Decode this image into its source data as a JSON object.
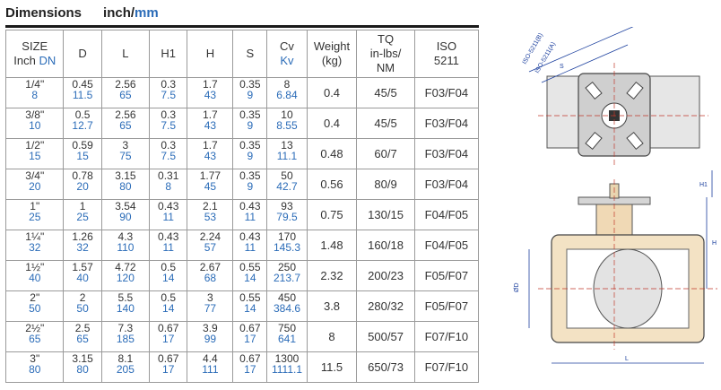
{
  "heading": {
    "title": "Dimensions",
    "unit_inch": "inch/",
    "unit_mm": "mm"
  },
  "table": {
    "headers": {
      "size_top": "SIZE",
      "size_bot_a": "Inch ",
      "size_bot_b": "DN",
      "d": "D",
      "l": "L",
      "h1": "H1",
      "h": "H",
      "s": "S",
      "cv_top": "Cv",
      "cv_bot": "Kv",
      "weight_top": "Weight",
      "weight_bot": "(kg)",
      "tq_1": "TQ",
      "tq_2": "in-lbs/",
      "tq_3": "NM",
      "iso_top": "ISO",
      "iso_bot": "5211"
    },
    "rows": [
      {
        "size": [
          "1/4\"",
          "8"
        ],
        "d": [
          "0.45",
          "11.5"
        ],
        "l": [
          "2.56",
          "65"
        ],
        "h1": [
          "0.3",
          "7.5"
        ],
        "h": [
          "1.7",
          "43"
        ],
        "s": [
          "0.35",
          "9"
        ],
        "cv": [
          "8",
          "6.84"
        ],
        "weight": "0.4",
        "tq": "45/5",
        "iso": "F03/F04"
      },
      {
        "size": [
          "3/8\"",
          "10"
        ],
        "d": [
          "0.5",
          "12.7"
        ],
        "l": [
          "2.56",
          "65"
        ],
        "h1": [
          "0.3",
          "7.5"
        ],
        "h": [
          "1.7",
          "43"
        ],
        "s": [
          "0.35",
          "9"
        ],
        "cv": [
          "10",
          "8.55"
        ],
        "weight": "0.4",
        "tq": "45/5",
        "iso": "F03/F04"
      },
      {
        "size": [
          "1/2\"",
          "15"
        ],
        "d": [
          "0.59",
          "15"
        ],
        "l": [
          "3",
          "75"
        ],
        "h1": [
          "0.3",
          "7.5"
        ],
        "h": [
          "1.7",
          "43"
        ],
        "s": [
          "0.35",
          "9"
        ],
        "cv": [
          "13",
          "11.1"
        ],
        "weight": "0.48",
        "tq": "60/7",
        "iso": "F03/F04"
      },
      {
        "size": [
          "3/4\"",
          "20"
        ],
        "d": [
          "0.78",
          "20"
        ],
        "l": [
          "3.15",
          "80"
        ],
        "h1": [
          "0.31",
          "8"
        ],
        "h": [
          "1.77",
          "45"
        ],
        "s": [
          "0.35",
          "9"
        ],
        "cv": [
          "50",
          "42.7"
        ],
        "weight": "0.56",
        "tq": "80/9",
        "iso": "F03/F04"
      },
      {
        "size": [
          "1\"",
          "25"
        ],
        "d": [
          "1",
          "25"
        ],
        "l": [
          "3.54",
          "90"
        ],
        "h1": [
          "0.43",
          "11"
        ],
        "h": [
          "2.1",
          "53"
        ],
        "s": [
          "0.43",
          "11"
        ],
        "cv": [
          "93",
          "79.5"
        ],
        "weight": "0.75",
        "tq": "130/15",
        "iso": "F04/F05"
      },
      {
        "size": [
          "1¼\"",
          "32"
        ],
        "d": [
          "1.26",
          "32"
        ],
        "l": [
          "4.3",
          "110"
        ],
        "h1": [
          "0.43",
          "11"
        ],
        "h": [
          "2.24",
          "57"
        ],
        "s": [
          "0.43",
          "11"
        ],
        "cv": [
          "170",
          "145.3"
        ],
        "weight": "1.48",
        "tq": "160/18",
        "iso": "F04/F05"
      },
      {
        "size": [
          "1½\"",
          "40"
        ],
        "d": [
          "1.57",
          "40"
        ],
        "l": [
          "4.72",
          "120"
        ],
        "h1": [
          "0.5",
          "14"
        ],
        "h": [
          "2.67",
          "68"
        ],
        "s": [
          "0.55",
          "14"
        ],
        "cv": [
          "250",
          "213.7"
        ],
        "weight": "2.32",
        "tq": "200/23",
        "iso": "F05/F07"
      },
      {
        "size": [
          "2\"",
          "50"
        ],
        "d": [
          "2",
          "50"
        ],
        "l": [
          "5.5",
          "140"
        ],
        "h1": [
          "0.5",
          "14"
        ],
        "h": [
          "3",
          "77"
        ],
        "s": [
          "0.55",
          "14"
        ],
        "cv": [
          "450",
          "384.6"
        ],
        "weight": "3.8",
        "tq": "280/32",
        "iso": "F05/F07"
      },
      {
        "size": [
          "2½\"",
          "65"
        ],
        "d": [
          "2.5",
          "65"
        ],
        "l": [
          "7.3",
          "185"
        ],
        "h1": [
          "0.67",
          "17"
        ],
        "h": [
          "3.9",
          "99"
        ],
        "s": [
          "0.67",
          "17"
        ],
        "cv": [
          "750",
          "641"
        ],
        "weight": "8",
        "tq": "500/57",
        "iso": "F07/F10"
      },
      {
        "size": [
          "3\"",
          "80"
        ],
        "d": [
          "3.15",
          "80"
        ],
        "l": [
          "8.1",
          "205"
        ],
        "h1": [
          "0.67",
          "17"
        ],
        "h": [
          "4.4",
          "111"
        ],
        "s": [
          "0.67",
          "17"
        ],
        "cv": [
          "1300",
          "1111.1"
        ],
        "weight": "11.5",
        "tq": "650/73",
        "iso": "F07/F10"
      }
    ]
  },
  "drawing": {
    "iso_b": "ISO-5211(B)",
    "iso_a": "ISO-5211(A)",
    "s": "S",
    "h1": "H1",
    "h": "H",
    "d": "ØD",
    "l": "L"
  }
}
